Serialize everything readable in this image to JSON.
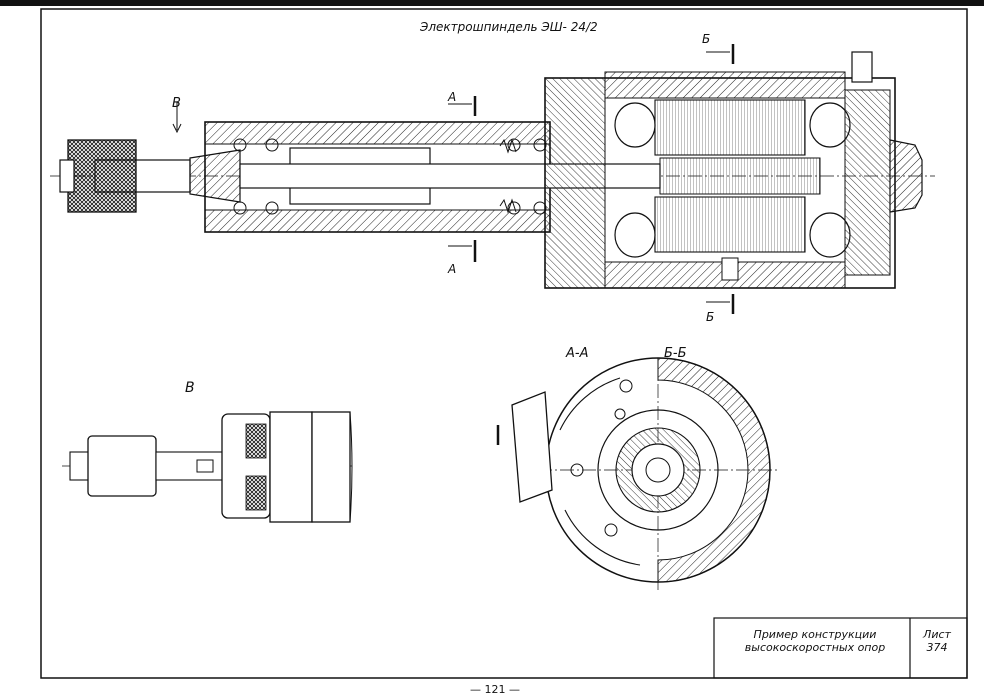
{
  "drawing": {
    "title": "Электрошпиндель ЭШ- 24/2",
    "view_b_arrow_label": "В",
    "section_a_top": "А",
    "section_a_bottom": "А",
    "section_b_top": "Б",
    "section_b_bottom": "Б",
    "caption_section_a": "А-А",
    "caption_section_b": "Б-Б",
    "caption_view": "В"
  },
  "title_block": {
    "description_line1": "Пример конструкции",
    "description_line2": "высокоскоростных опор",
    "sheet_label": "Лист",
    "sheet_number": "374"
  },
  "page_number": "— 121 —"
}
